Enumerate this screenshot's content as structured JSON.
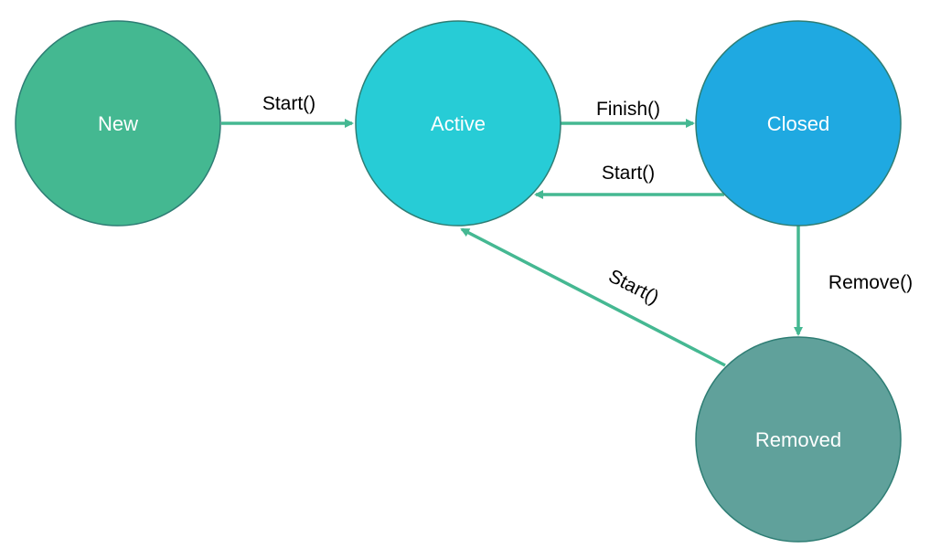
{
  "colors": {
    "edge": "#45b892",
    "node_border": "#2e7d74",
    "node_label": "#ffffff",
    "edge_label": "#000000"
  },
  "nodes": {
    "new": {
      "label": "New",
      "fill": "#44b891"
    },
    "active": {
      "label": "Active",
      "fill": "#27ccd6"
    },
    "closed": {
      "label": "Closed",
      "fill": "#1fa9e1"
    },
    "removed": {
      "label": "Removed",
      "fill": "#60a19b"
    }
  },
  "edges": {
    "new_to_active": {
      "from": "New",
      "to": "Active",
      "label": "Start()"
    },
    "active_to_closed": {
      "from": "Active",
      "to": "Closed",
      "label": "Finish()"
    },
    "closed_to_active": {
      "from": "Closed",
      "to": "Active",
      "label": "Start()"
    },
    "closed_to_removed": {
      "from": "Closed",
      "to": "Removed",
      "label": "Remove()"
    },
    "removed_to_active": {
      "from": "Removed",
      "to": "Active",
      "label": "Start()"
    }
  }
}
